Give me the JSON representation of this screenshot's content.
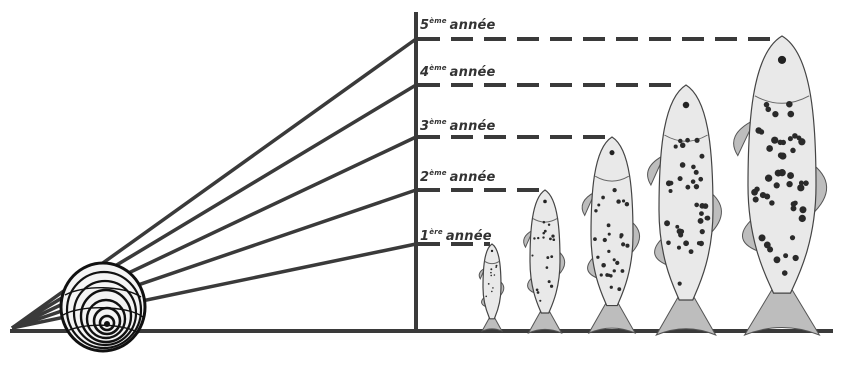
{
  "diagram": {
    "colors": {
      "line": "#3a3a3a",
      "fish_body": "#e9e9e9",
      "fish_shadow": "#bdbdbd",
      "spot": "#2a2a2a",
      "ring": "#111111"
    },
    "icons": {
      "scale": "fish-scale-icon",
      "fish": "trout-icon"
    },
    "years": [
      {
        "num": "1",
        "sup": "ère",
        "word": "année"
      },
      {
        "num": "2",
        "sup": "ème",
        "word": "année"
      },
      {
        "num": "3",
        "sup": "ème",
        "word": "année"
      },
      {
        "num": "4",
        "sup": "ème",
        "word": "année"
      },
      {
        "num": "5",
        "sup": "ème",
        "word": "année"
      }
    ]
  }
}
